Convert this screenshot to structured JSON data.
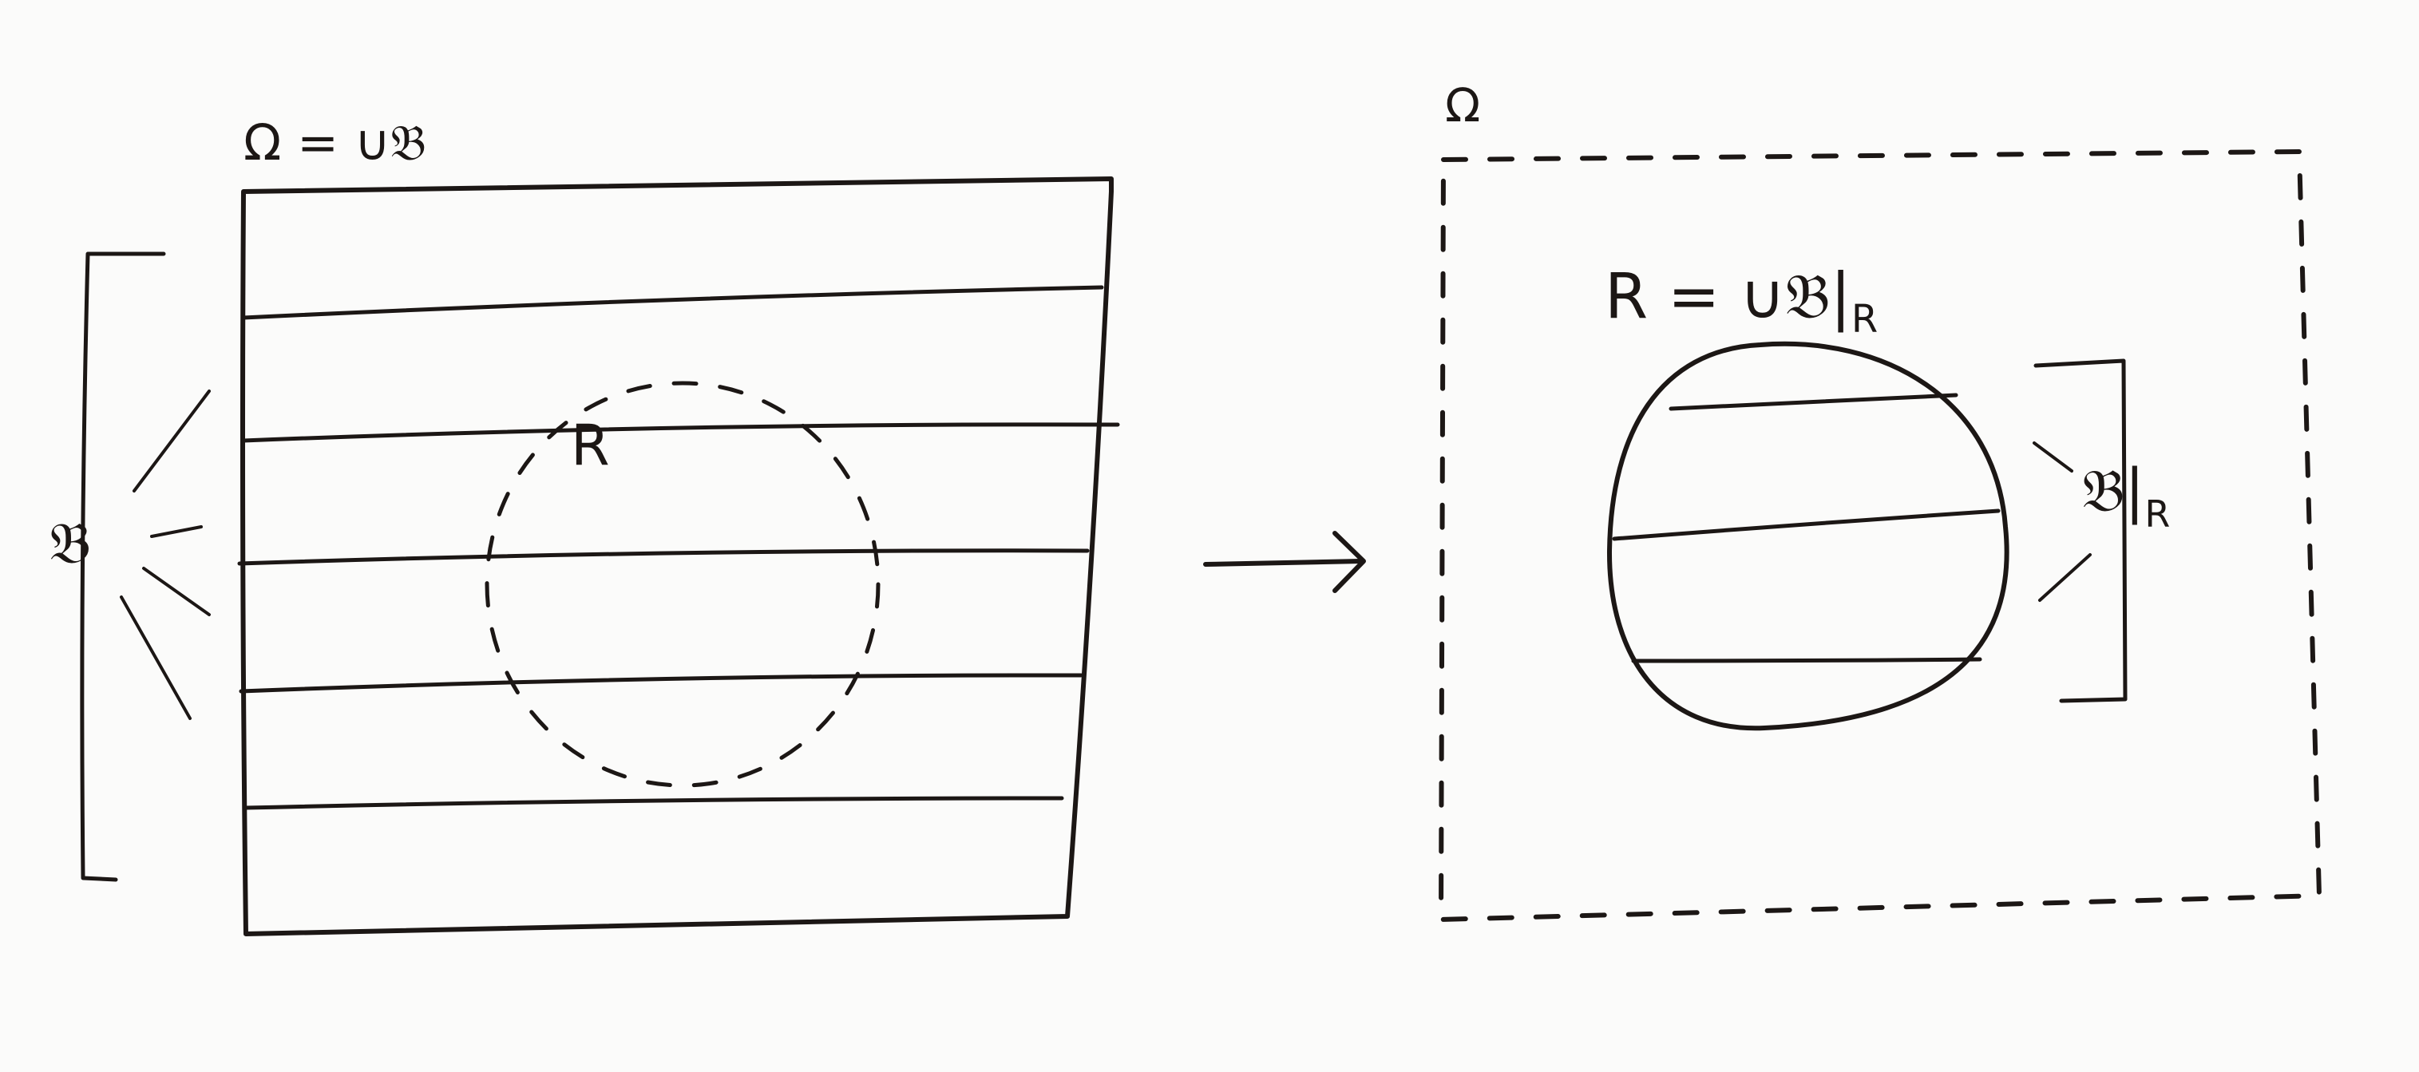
{
  "left_panel": {
    "omega_label": "Ω = ∪𝔅",
    "b_label": "𝔅",
    "r_label": "R"
  },
  "right_panel": {
    "omega_label": "Ω",
    "r_eq_label": "R = ∪𝔅|",
    "r_eq_subscript": "R",
    "b_restricted_label": "𝔅|",
    "b_restricted_subscript": "R"
  }
}
